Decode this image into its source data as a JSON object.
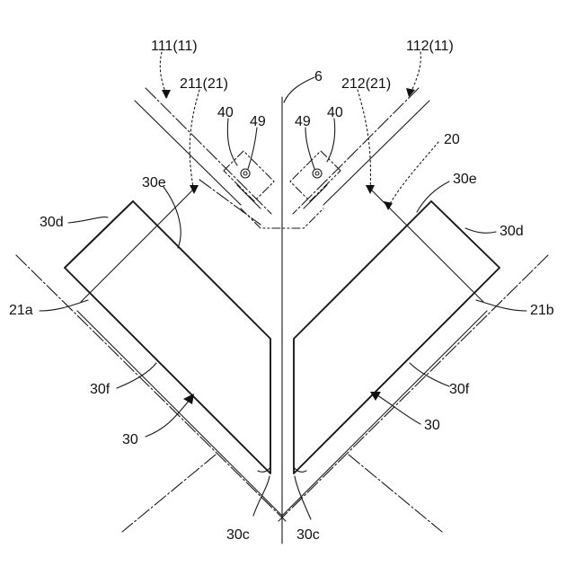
{
  "labels": {
    "l111": "111(11)",
    "l112": "112(11)",
    "l211": "211(21)",
    "l212": "212(21)",
    "l6": "6",
    "l20": "20",
    "l40a": "40",
    "l40b": "40",
    "l49a": "49",
    "l49b": "49",
    "l30eL": "30e",
    "l30eR": "30e",
    "l30dL": "30d",
    "l30dR": "30d",
    "l21a": "21a",
    "l21b": "21b",
    "l30fL": "30f",
    "l30fR": "30f",
    "l30L": "30",
    "l30R": "30",
    "l30cL": "30c",
    "l30cR": "30c"
  }
}
